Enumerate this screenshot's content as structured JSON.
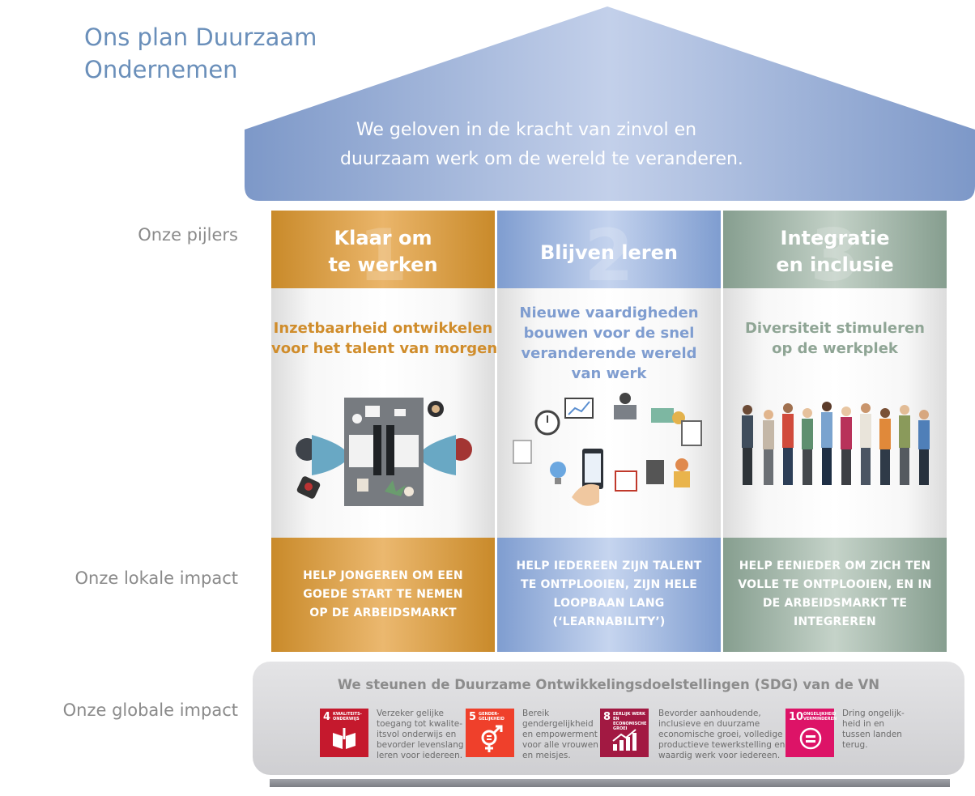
{
  "title": {
    "line1": "Ons plan Duurzaam",
    "line2": "Ondernemen"
  },
  "roof": {
    "line1": "We geloven in de kracht van zinvol en",
    "line2": "duurzaam werk om de wereld te veranderen."
  },
  "labels": {
    "pillars": "Onze pijlers",
    "local": "Onze lokale impact",
    "global": "Onze globale impact"
  },
  "pillars": [
    {
      "number": "1",
      "heading": [
        "Klaar om",
        "te werken"
      ],
      "subtitle": [
        "Inzetbaarheid ontwikkelen",
        "voor het talent van morgen"
      ],
      "impact": [
        "HELP JONGEREN OM EEN",
        "GOEDE START TE NEMEN",
        "OP DE ARBEIDSMARKT"
      ],
      "color": "#d69b3e"
    },
    {
      "number": "2",
      "heading": [
        "Blijven leren"
      ],
      "subtitle": [
        "Nieuwe vaardigheden",
        "bouwen voor de snel",
        "veranderende wereld",
        "van werk"
      ],
      "impact": [
        "HELP IEDEREEN ZIJN TALENT",
        "TE ONTPLOOIEN, ZIJN HELE",
        "LOOPBAAN LANG",
        "(‘LEARNABILITY’)"
      ],
      "color": "#8eaad8"
    },
    {
      "number": "3",
      "heading": [
        "Integratie",
        "en inclusie"
      ],
      "subtitle": [
        "Diversiteit stimuleren",
        "op de werkplek"
      ],
      "impact": [
        "HELP EENIEDER OM ZICH TEN",
        "VOLLE TE ONTPLOOIEN, EN IN",
        "DE ARBEIDSMARKT TE",
        "INTEGREREN"
      ],
      "color": "#96ab9c"
    }
  ],
  "sdg": {
    "title": "We steunen de Duurzame Ontwikkelingsdoelstellingen (SDG) van de VN",
    "goals": [
      {
        "number": "4",
        "label": "KWALITEITS-ONDERWIJS",
        "icon": "book-pencil-icon",
        "color": "#c5192d",
        "description": [
          "Verzeker gelijke",
          "toegang tot kwalite-",
          "itsvol onderwijs en",
          "bevorder levenslang",
          "leren voor iedereen."
        ]
      },
      {
        "number": "5",
        "label": "GENDER-GELIJKHEID",
        "icon": "gender-equality-icon",
        "color": "#ef402b",
        "description": [
          "Bereik",
          "gendergelijkheid",
          "en empowerment",
          "voor alle vrouwen",
          "en meisjes."
        ]
      },
      {
        "number": "8",
        "label": "EERLIJK WERK EN ECONOMISCHE GROEI",
        "icon": "growth-chart-icon",
        "color": "#a21942",
        "description": [
          "Bevorder aanhoudende,",
          "inclusieve en duurzame",
          "economische groei, volledige en",
          "productieve tewerkstelling en",
          "waardig werk voor iedereen."
        ]
      },
      {
        "number": "10",
        "label": "ONGELIJKHEID VERMINDEREN",
        "icon": "reduced-inequality-icon",
        "color": "#dd1367",
        "description": [
          "Dring ongelijk-",
          "heid in en",
          "tussen landen",
          "terug."
        ]
      }
    ]
  }
}
